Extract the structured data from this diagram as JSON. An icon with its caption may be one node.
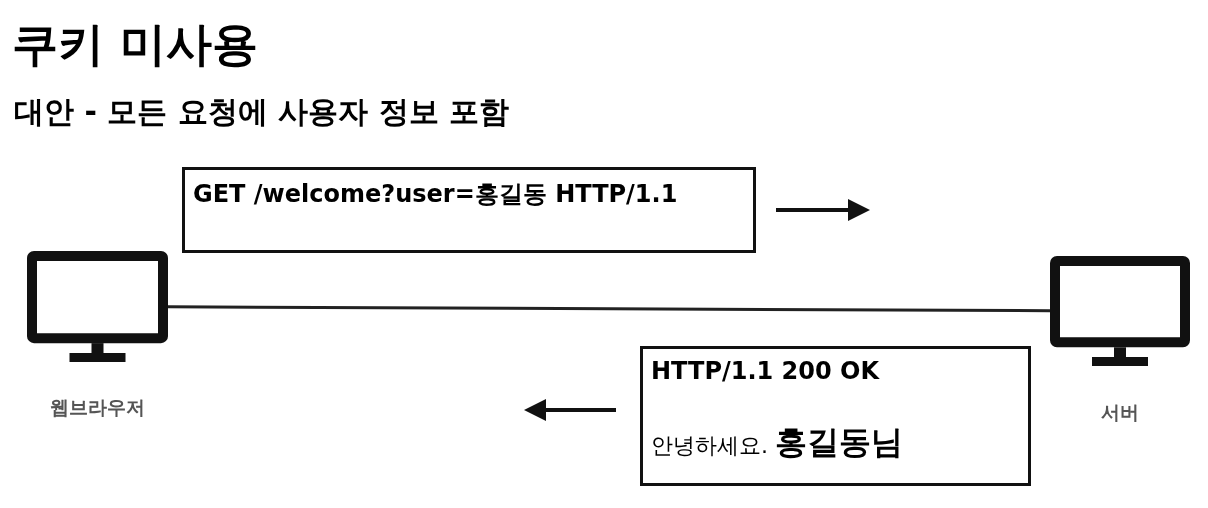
{
  "diagram": {
    "title": "쿠키 미사용",
    "nodes": [
      {
        "text": [],
        "shape": "monitor",
        "beside": [
          "웹브라우저"
        ]
      },
      {
        "text": [
          "GET /welcome?user=홍길동 HTTP/1.1"
        ]
      },
      {
        "text": [],
        "shape": "monitor",
        "beside": [
          "서버"
        ]
      },
      {
        "text": [
          "HTTP/1.1 200 OK",
          "안녕하세요. **홍길동님**"
        ]
      }
    ],
    "edges": [
      {
        "from": 0,
        "to": 2,
        "arrow": "none"
      }
    ],
    "labels": [
      "대안 - 모든 요청에 사용자 정보 포함"
    ]
  }
}
